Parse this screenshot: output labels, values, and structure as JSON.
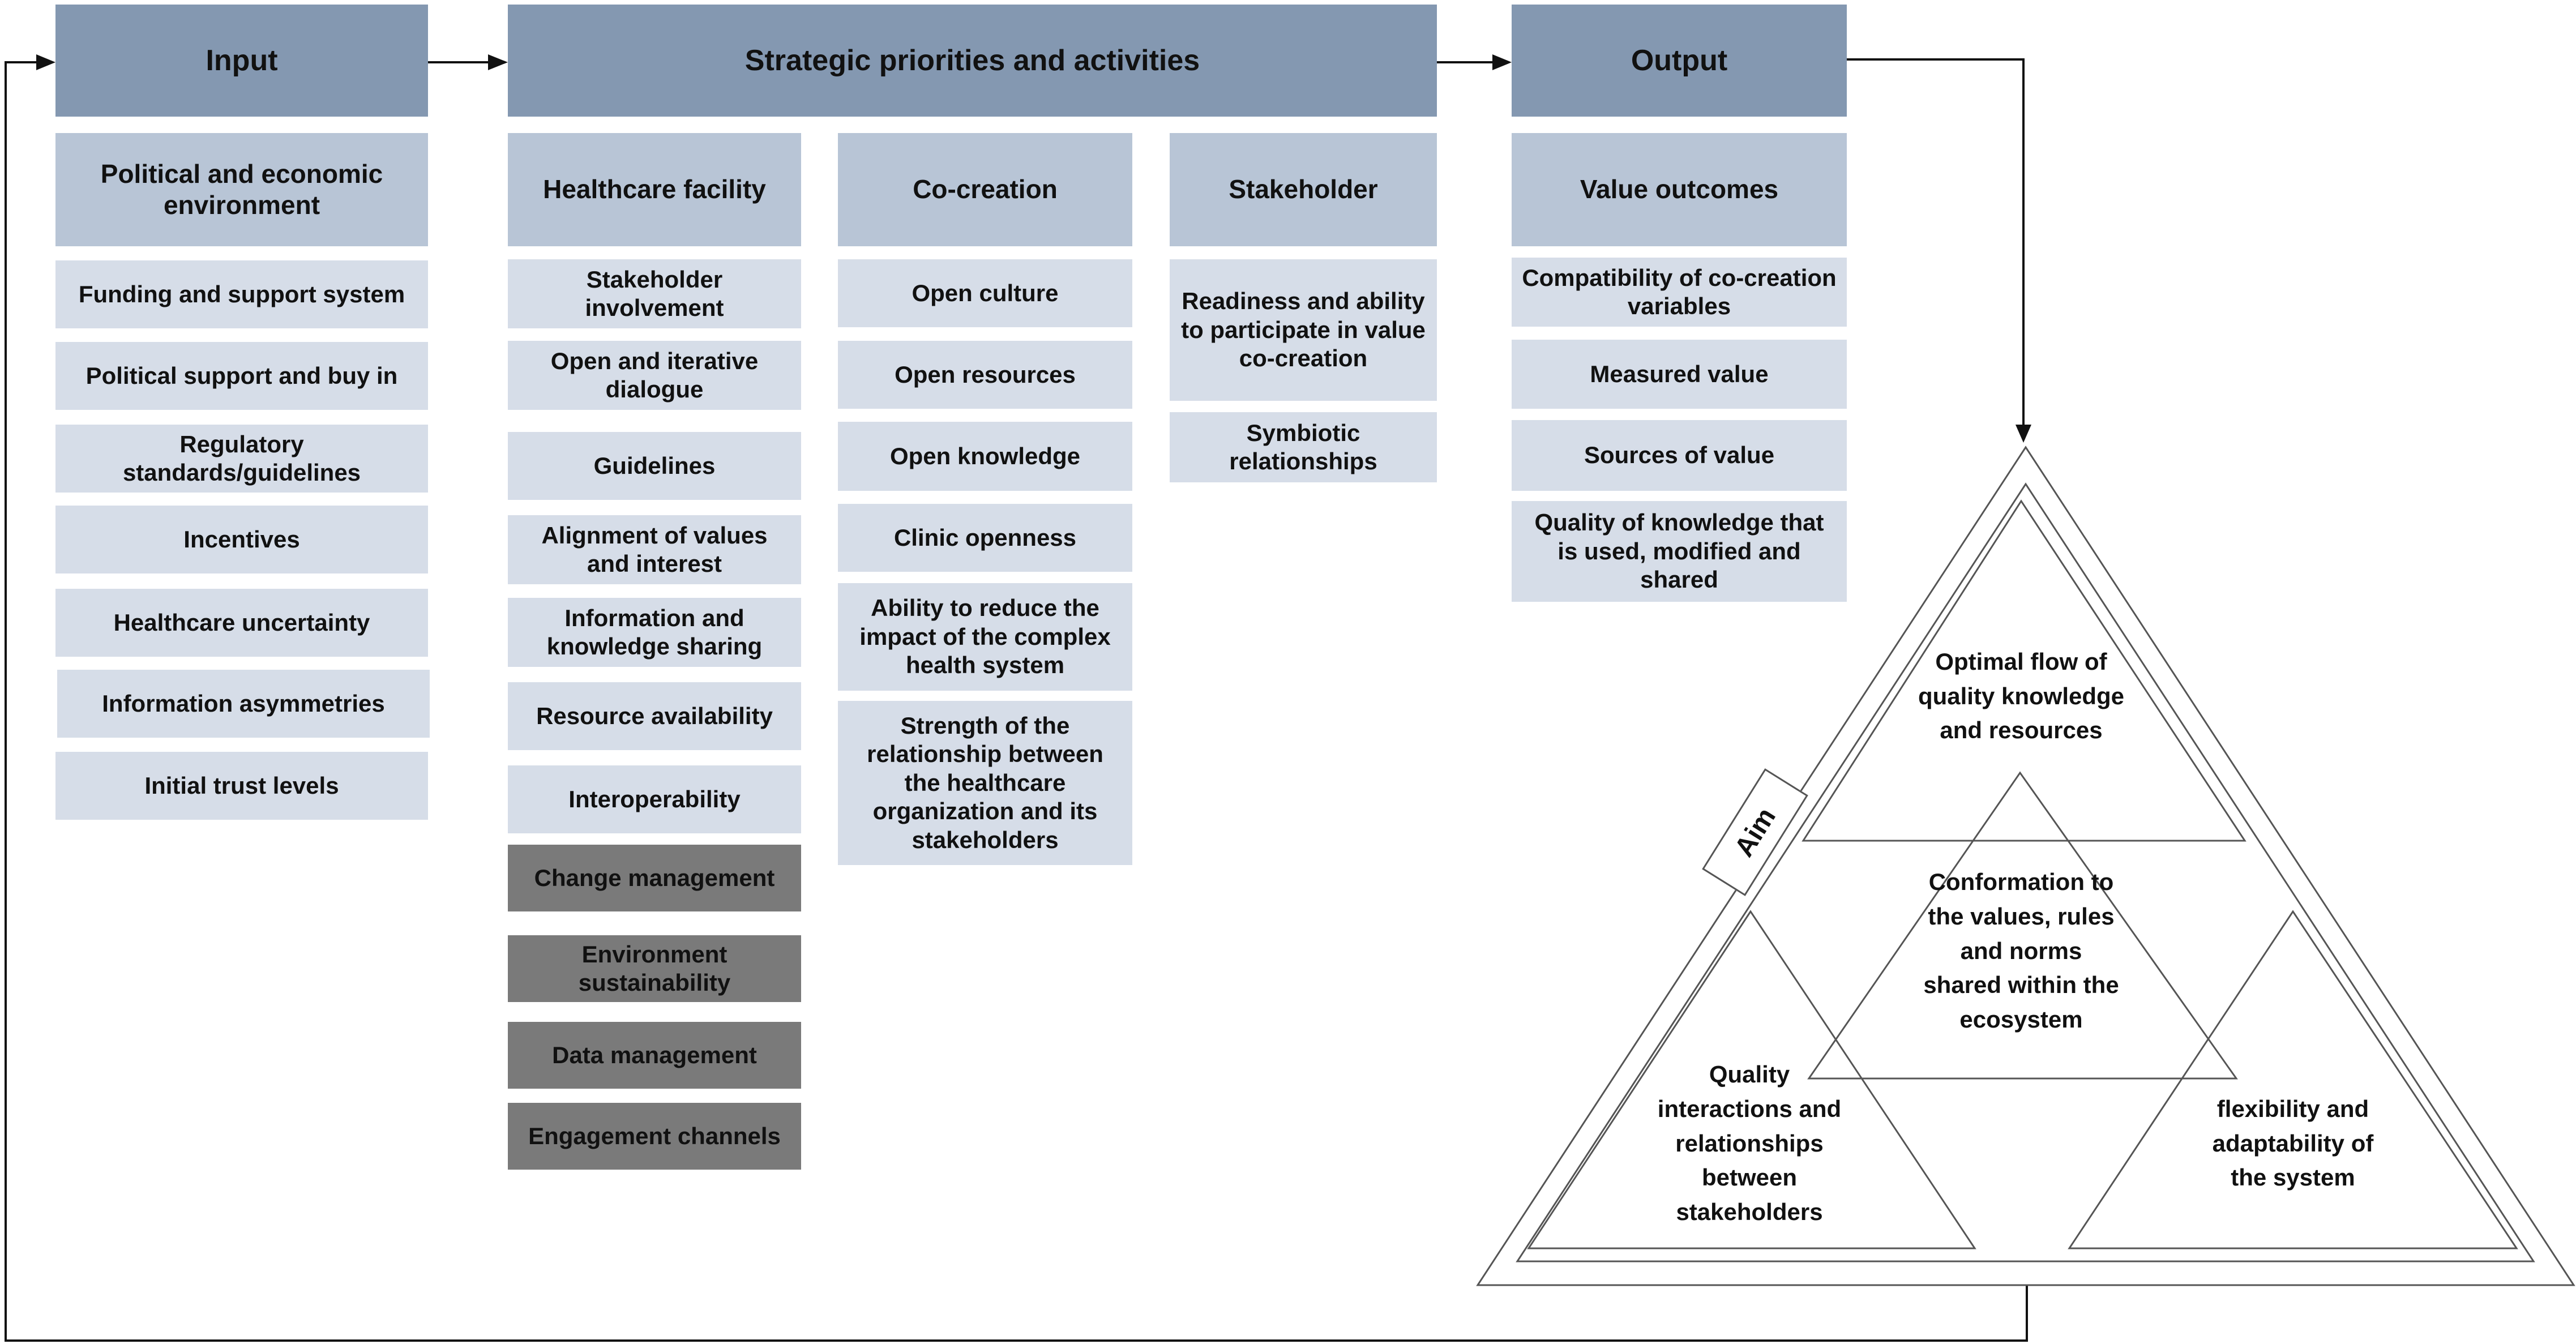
{
  "input": {
    "header": "Input",
    "sub": "Political and economic environment",
    "items": [
      "Funding and support system",
      "Political support and buy in",
      "Regulatory standards/guidelines",
      "Incentives",
      "Healthcare uncertainty",
      "Information asymmetries",
      "Initial trust levels"
    ]
  },
  "strategy": {
    "header": "Strategic priorities and activities",
    "healthcare": {
      "sub": "Healthcare facility",
      "items": [
        "Stakeholder involvement",
        "Open and iterative dialogue",
        "Guidelines",
        "Alignment of values and interest",
        "Information and knowledge sharing",
        "Resource availability",
        "Interoperability"
      ],
      "dark_items": [
        "Change management",
        "Environment sustainability",
        "Data management",
        "Engagement channels"
      ]
    },
    "cocreation": {
      "sub": "Co-creation",
      "items": [
        "Open culture",
        "Open resources",
        "Open knowledge",
        "Clinic openness",
        "Ability to reduce the impact of the complex health system",
        "Strength of the relationship between the healthcare organization and its stakeholders"
      ]
    },
    "stakeholder": {
      "sub": "Stakeholder",
      "items": [
        "Readiness and ability to participate in value co-creation",
        "Symbiotic relationships"
      ]
    }
  },
  "output": {
    "header": "Output",
    "sub": "Value outcomes",
    "items": [
      "Compatibility of co-creation variables",
      "Measured value",
      "Sources of value",
      "Quality of knowledge that is used, modified and shared"
    ]
  },
  "aim": {
    "label": "Aim",
    "top": "Optimal flow of quality knowledge and resources",
    "center": "Conformation to the values, rules and norms shared within the ecosystem",
    "left": "Quality interactions and relationships between stakeholders",
    "right": "flexibility and adaptability of the system"
  },
  "colors": {
    "header": "#8498b1",
    "subheader": "#b8c5d6",
    "item": "#d6dde8",
    "dark_item": "#7a7a7a",
    "line": "#555555"
  }
}
